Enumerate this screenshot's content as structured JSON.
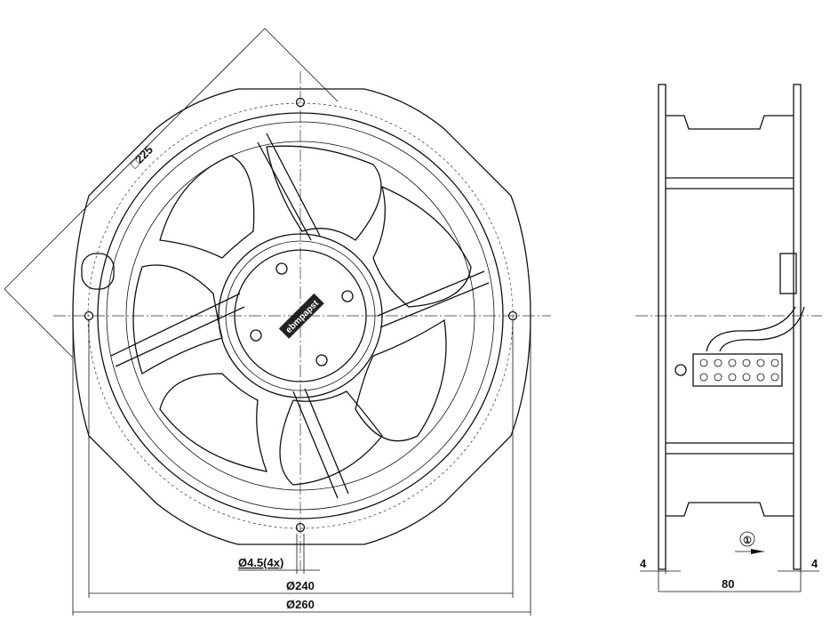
{
  "front_view": {
    "square_dim": "□225",
    "hole_dim": "Ø4.5(4x)",
    "bolt_circle_dim": "Ø240",
    "outer_dim": "Ø260",
    "logo": "ebmpapst"
  },
  "side_view": {
    "left_flange_dim": "4",
    "depth_dim": "80",
    "right_flange_dim": "4",
    "airflow_marker": "①"
  }
}
